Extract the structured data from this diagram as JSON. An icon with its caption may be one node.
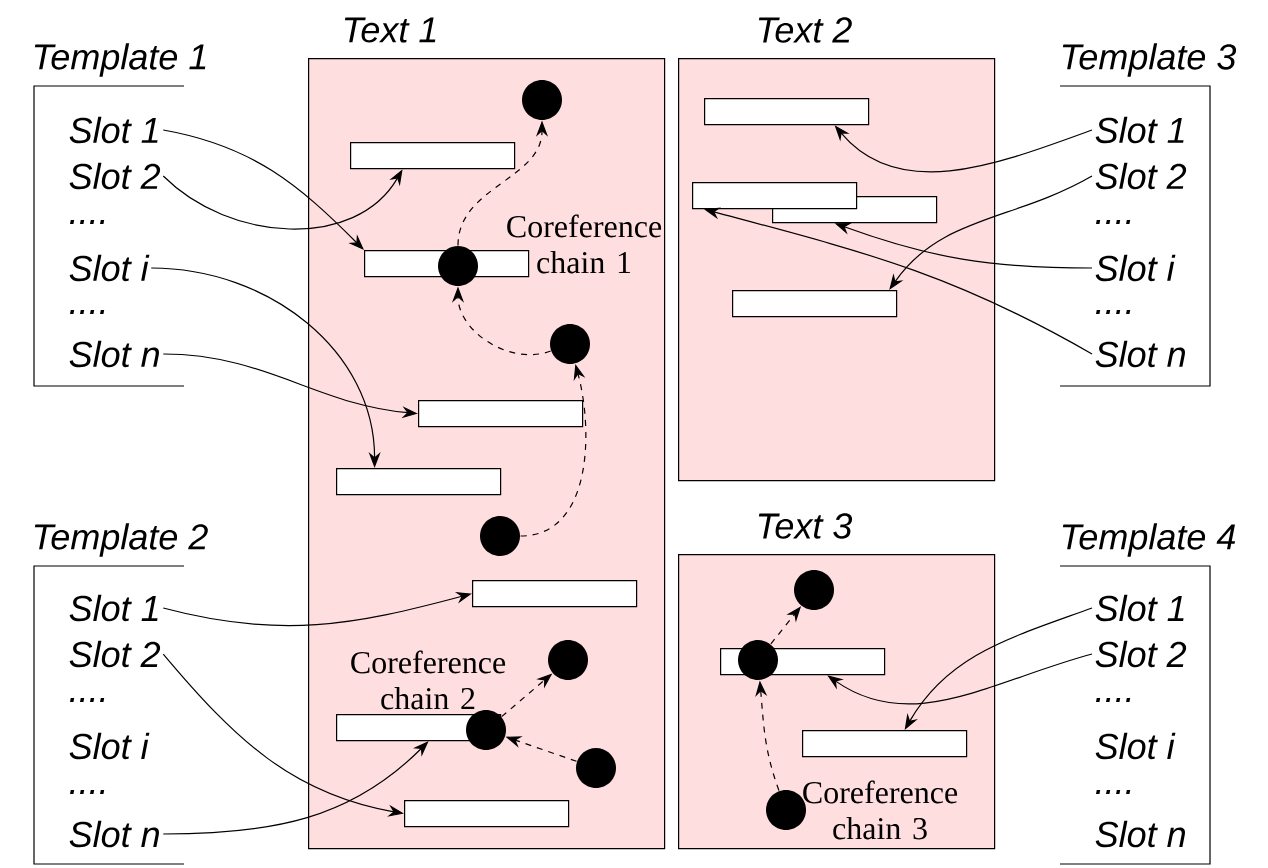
{
  "diagram": {
    "nodes": [
      {
        "text": [
          "Template 1"
        ]
      },
      {
        "text": [
          "Slot 1"
        ],
        "in": 0
      },
      {
        "text": [
          "Slot 2"
        ],
        "in": 0
      },
      {
        "text": [
          "Slot i"
        ],
        "in": 0
      },
      {
        "text": [
          "Slot n"
        ],
        "in": 0
      },
      {
        "text": [
          "Text 1"
        ]
      },
      {
        "text": [],
        "shape": "bar",
        "in": 5
      },
      {
        "text": [],
        "shape": "bar",
        "in": 5
      },
      {
        "text": [],
        "shape": "bar",
        "in": 5
      },
      {
        "text": [],
        "shape": "bar",
        "in": 5
      },
      {
        "text": [],
        "shape": "bar",
        "in": 5
      },
      {
        "text": [],
        "shape": "bar",
        "in": 5
      },
      {
        "text": [],
        "shape": "bar",
        "in": 5
      },
      {
        "text": [],
        "shape": "circle",
        "in": 5
      },
      {
        "text": [],
        "shape": "circle",
        "in": 5
      },
      {
        "text": [],
        "shape": "circle",
        "in": 5
      },
      {
        "text": [],
        "shape": "circle",
        "in": 5
      },
      {
        "text": [],
        "shape": "circle",
        "in": 5
      },
      {
        "text": [],
        "shape": "circle",
        "in": 5
      },
      {
        "text": [],
        "shape": "circle",
        "in": 5
      },
      {
        "text": [
          "Text 2"
        ]
      },
      {
        "text": [],
        "shape": "bar",
        "in": 20
      },
      {
        "text": [],
        "shape": "bar",
        "in": 20
      },
      {
        "text": [],
        "shape": "bar",
        "in": 20
      },
      {
        "text": [],
        "shape": "bar",
        "in": 20
      },
      {
        "text": [
          "Template 3"
        ]
      },
      {
        "text": [
          "Slot 1"
        ],
        "in": 25
      },
      {
        "text": [
          "Slot 2"
        ],
        "in": 25
      },
      {
        "text": [
          "Slot i"
        ],
        "in": 25
      },
      {
        "text": [
          "Slot n"
        ],
        "in": 25
      },
      {
        "text": [
          "Template 2"
        ]
      },
      {
        "text": [
          "Slot 1"
        ],
        "in": 30
      },
      {
        "text": [
          "Slot 2"
        ],
        "in": 30
      },
      {
        "text": [
          "Slot i"
        ],
        "in": 30
      },
      {
        "text": [
          "Slot n"
        ],
        "in": 30
      },
      {
        "text": [
          "Text 3"
        ]
      },
      {
        "text": [],
        "shape": "bar",
        "in": 35
      },
      {
        "text": [],
        "shape": "bar",
        "in": 35
      },
      {
        "text": [],
        "shape": "circle",
        "in": 35
      },
      {
        "text": [],
        "shape": "circle",
        "in": 35
      },
      {
        "text": [],
        "shape": "circle",
        "in": 35
      },
      {
        "text": [
          "Template 4"
        ]
      },
      {
        "text": [
          "Slot 1"
        ],
        "in": 41
      },
      {
        "text": [
          "Slot 2"
        ],
        "in": 41
      },
      {
        "text": [
          "Slot i"
        ],
        "in": 41
      },
      {
        "text": [
          "Slot n"
        ],
        "in": 41
      }
    ],
    "edges": [
      {
        "from": 1,
        "to": 7,
        "arrow": "to"
      },
      {
        "from": 2,
        "to": 6,
        "arrow": "to"
      },
      {
        "from": 3,
        "to": 9,
        "arrow": "to"
      },
      {
        "from": 4,
        "to": 8,
        "arrow": "to"
      },
      {
        "from": 14,
        "to": 13,
        "arrow": "to",
        "style": "dashed"
      },
      {
        "from": 15,
        "to": 14,
        "arrow": "to",
        "style": "dashed"
      },
      {
        "from": 16,
        "to": 15,
        "arrow": "to",
        "style": "dashed"
      },
      {
        "from": 26,
        "to": 21,
        "arrow": "to"
      },
      {
        "from": 27,
        "to": 24,
        "arrow": "to"
      },
      {
        "from": 28,
        "to": 23,
        "arrow": "to"
      },
      {
        "from": 29,
        "to": 22,
        "arrow": "to"
      },
      {
        "from": 31,
        "to": 10,
        "arrow": "to"
      },
      {
        "from": 32,
        "to": 12,
        "arrow": "to"
      },
      {
        "from": 34,
        "to": 11,
        "arrow": "to"
      },
      {
        "from": 18,
        "to": 17,
        "arrow": "to",
        "style": "dashed"
      },
      {
        "from": 19,
        "to": 18,
        "arrow": "to",
        "style": "dashed"
      },
      {
        "from": 42,
        "to": 37,
        "arrow": "to"
      },
      {
        "from": 43,
        "to": 36,
        "arrow": "to"
      },
      {
        "from": 40,
        "to": 39,
        "arrow": "to",
        "style": "dashed"
      },
      {
        "from": 39,
        "to": 38,
        "arrow": "to",
        "style": "dashed"
      }
    ],
    "labels": [
      "....",
      "....",
      "Coreference chain 1",
      "....",
      "....",
      "....",
      "....",
      "Coreference chain 2",
      "Coreference chain 3",
      "....",
      "...."
    ]
  }
}
